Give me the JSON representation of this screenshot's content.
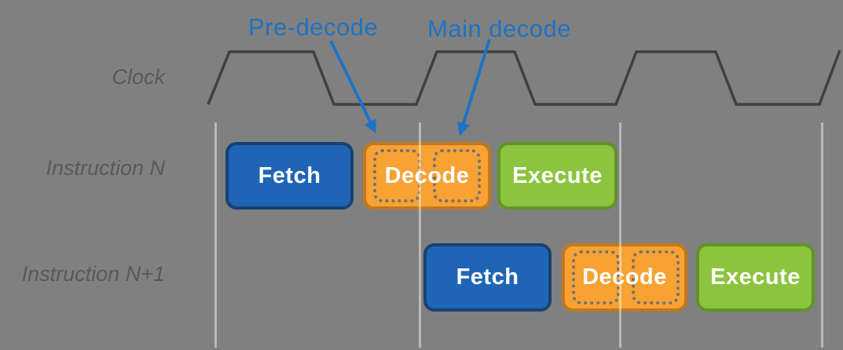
{
  "diagram": {
    "clock_label": "Clock",
    "annotations": {
      "pre_decode": "Pre-decode",
      "main_decode": "Main decode"
    },
    "rows": [
      {
        "label": "Instruction N",
        "stages": [
          {
            "id": "fetch",
            "label": "Fetch"
          },
          {
            "id": "decode",
            "label": "Decode"
          },
          {
            "id": "execute",
            "label": "Execute"
          }
        ]
      },
      {
        "label": "Instruction N+1",
        "stages": [
          {
            "id": "fetch",
            "label": "Fetch"
          },
          {
            "id": "decode",
            "label": "Decode"
          },
          {
            "id": "execute",
            "label": "Execute"
          }
        ]
      }
    ],
    "colors": {
      "background": "#808080",
      "clock_line": "#404040",
      "row_label_text": "#595959",
      "annotation_blue": "#1E73C4",
      "fetch_fill": "#2065B5",
      "fetch_border": "#174273",
      "decode_fill": "#F7A233",
      "decode_border": "#C4771C",
      "decode_dotted_slot": "#707070",
      "execute_fill": "#8BC43E",
      "execute_border": "#5F9526",
      "stage_text": "#FFFFFF",
      "cycle_divider": "rgba(255,255,255,0.45)"
    }
  }
}
